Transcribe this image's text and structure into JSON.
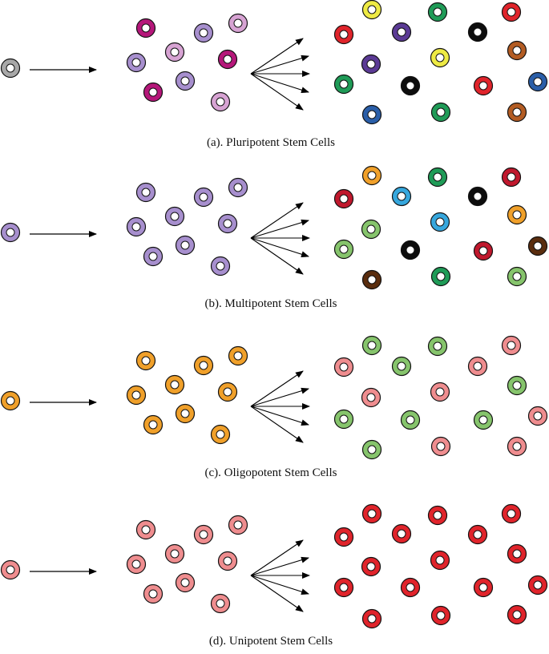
{
  "colors": {
    "gray": "#a8a8a8",
    "magenta": "#b5177a",
    "lavender": "#a78fce",
    "pink": "#d7a3d3",
    "red": "#e0242b",
    "crimson": "#c0182d",
    "yellow": "#eeea44",
    "green": "#1f9b57",
    "lightgreen": "#86c46c",
    "purple": "#5b3a95",
    "brown": "#b35c23",
    "darkbrown": "#5a2d0e",
    "orange": "#f0a02a",
    "blue": "#2a5ea8",
    "cyan": "#36a7dd",
    "salmon": "#ef8d8f",
    "black": "#0d0d0d"
  },
  "panels": [
    {
      "caption": "(a). Pluripotent Stem Cells",
      "source_cell": "gray",
      "progenitors": [
        "magenta",
        "lavender",
        "pink",
        "lavender",
        "pink",
        "magenta",
        "magenta",
        "lavender",
        "pink"
      ],
      "progeny": [
        "red",
        "yellow",
        "green",
        "red",
        "purple",
        "black",
        "purple",
        "yellow",
        "brown",
        "green",
        "black",
        "red",
        "blue",
        "blue",
        "green",
        "brown"
      ]
    },
    {
      "caption": "(b). Multipotent Stem Cells",
      "source_cell": "lavender",
      "progenitors": [
        "lavender",
        "lavender",
        "lavender",
        "lavender",
        "lavender",
        "lavender",
        "lavender",
        "lavender",
        "lavender"
      ],
      "progeny": [
        "crimson",
        "orange",
        "green",
        "crimson",
        "cyan",
        "black",
        "lightgreen",
        "cyan",
        "orange",
        "lightgreen",
        "black",
        "crimson",
        "darkbrown",
        "darkbrown",
        "green",
        "lightgreen"
      ]
    },
    {
      "caption": "(c). Oligopotent Stem Cells",
      "source_cell": "orange",
      "progenitors": [
        "orange",
        "orange",
        "orange",
        "orange",
        "orange",
        "orange",
        "orange",
        "orange",
        "orange"
      ],
      "progeny": [
        "salmon",
        "lightgreen",
        "lightgreen",
        "salmon",
        "lightgreen",
        "salmon",
        "salmon",
        "salmon",
        "lightgreen",
        "lightgreen",
        "lightgreen",
        "lightgreen",
        "salmon",
        "lightgreen",
        "salmon",
        "salmon"
      ]
    },
    {
      "caption": "(d). Unipotent Stem Cells",
      "source_cell": "salmon",
      "progenitors": [
        "salmon",
        "salmon",
        "salmon",
        "salmon",
        "salmon",
        "salmon",
        "salmon",
        "salmon",
        "salmon"
      ],
      "progeny": [
        "red",
        "red",
        "red",
        "red",
        "red",
        "red",
        "red",
        "red",
        "red",
        "red",
        "red",
        "red",
        "red",
        "red",
        "red",
        "red"
      ]
    }
  ]
}
